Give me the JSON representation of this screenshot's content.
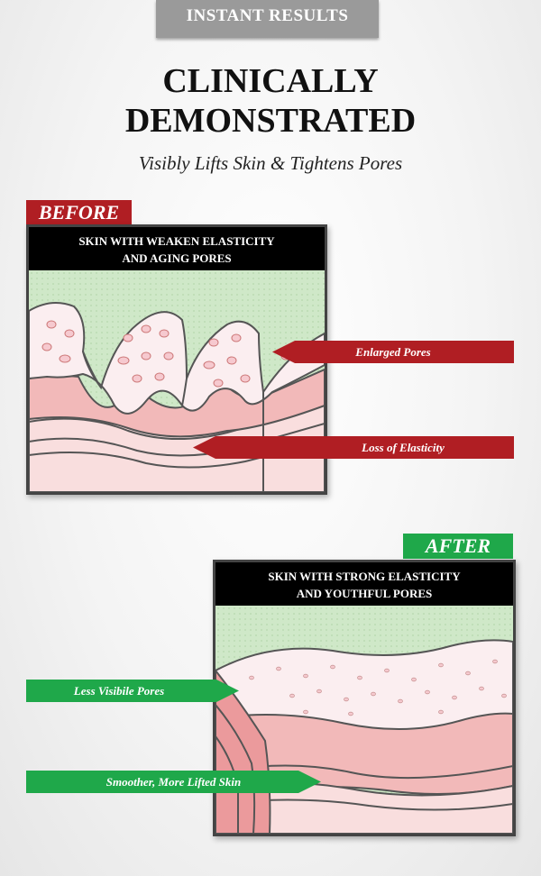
{
  "header": {
    "banner": "INSTANT RESULTS",
    "title_line1": "CLINICALLY",
    "title_line2": "DEMONSTRATED",
    "subtitle": "Visibly Lifts Skin & Tightens Pores"
  },
  "before": {
    "tag": "BEFORE",
    "heading_line1": "SKIN WITH WEAKEN ELASTICITY",
    "heading_line2": "AND AGING PORES",
    "callouts": [
      "Enlarged Pores",
      "Loss of Elasticity"
    ]
  },
  "after": {
    "tag": "AFTER",
    "heading_line1": "SKIN WITH STRONG ELASTICITY",
    "heading_line2": "AND YOUTHFUL PORES",
    "callouts": [
      "Less Visibile Pores",
      "Smoother, More Lifted Skin"
    ]
  },
  "colors": {
    "before_red": "#b01e23",
    "after_green": "#1fa84a",
    "skin_pink": "#f2b9b9",
    "background_green": "#cfe8c8"
  }
}
